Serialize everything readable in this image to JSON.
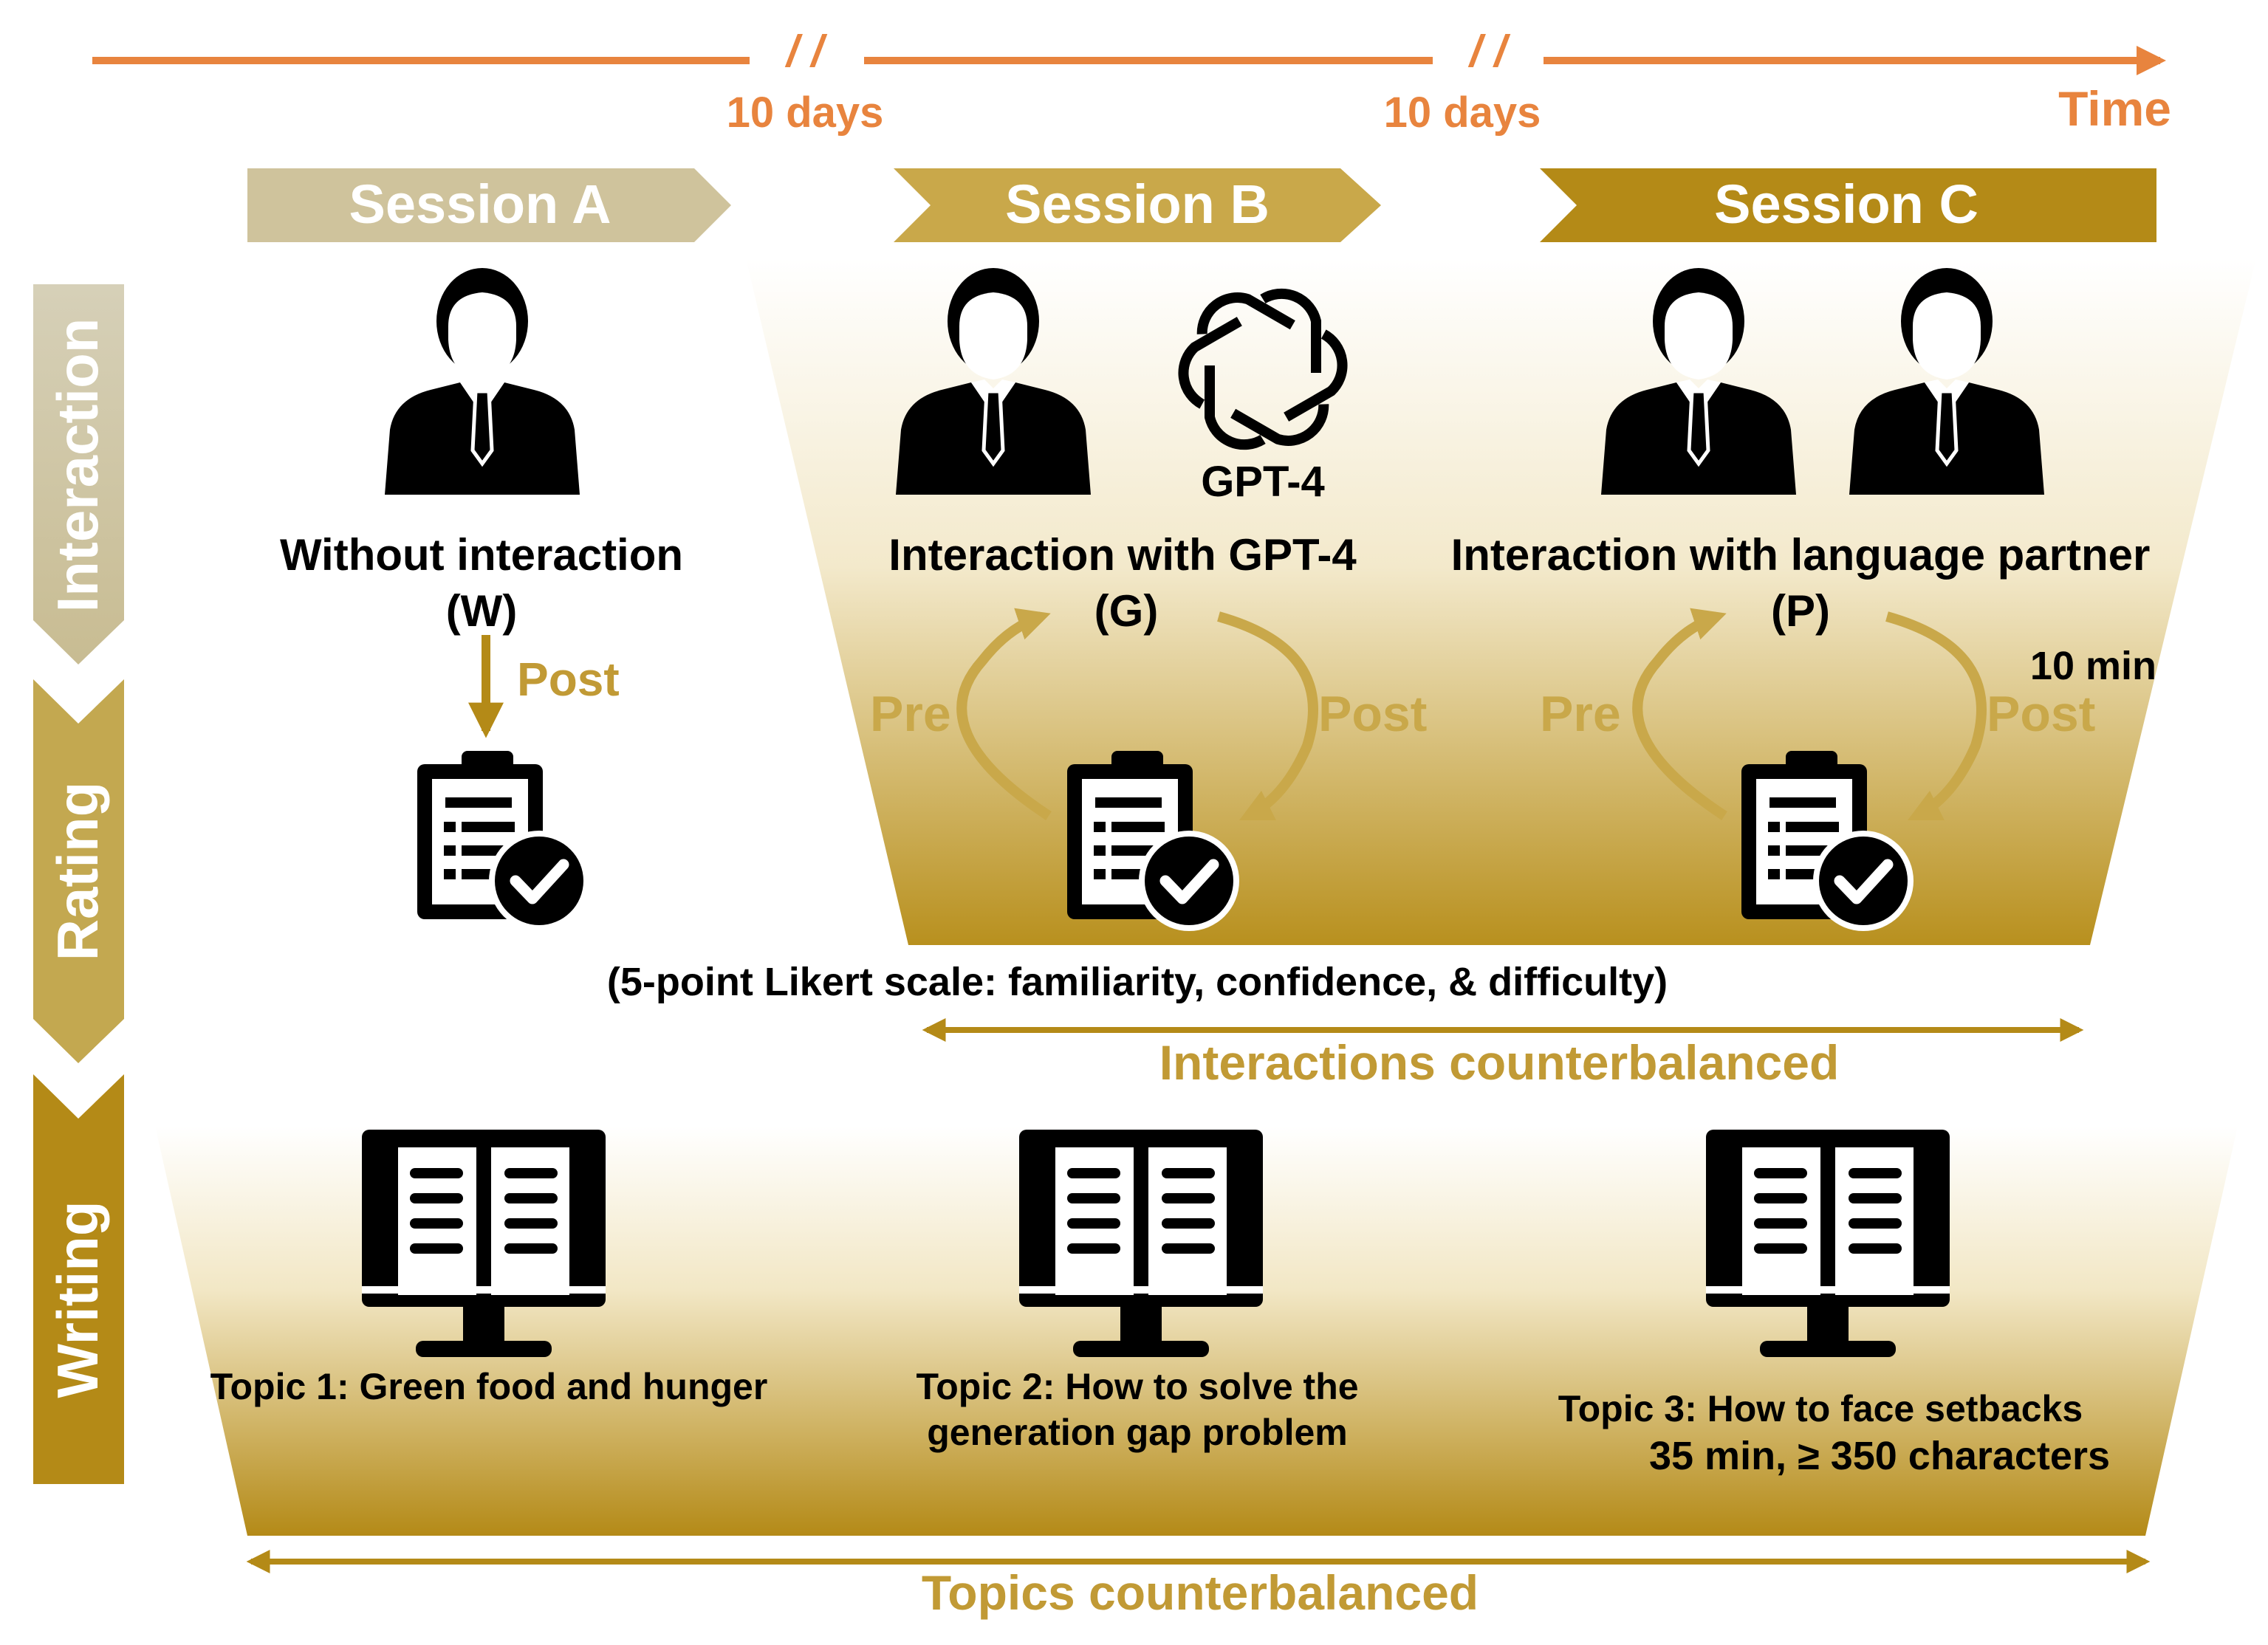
{
  "timeline": {
    "gap1": "10 days",
    "gap2": "10 days",
    "break_mark": "/ /",
    "end_label": "Time",
    "color": "#E8843E"
  },
  "sessions": [
    {
      "label": "Session A",
      "color": "#CFC39C"
    },
    {
      "label": "Session B",
      "color": "#C9A84A"
    },
    {
      "label": "Session C",
      "color": "#B48A17"
    }
  ],
  "phases": {
    "interaction": "Interaction",
    "rating": "Rating",
    "writing": "Writing"
  },
  "interaction": {
    "w_title": "Without interaction",
    "w_code": "(W)",
    "w_post": "Post",
    "gpt_label": "GPT-4",
    "g_title": "Interaction with GPT-4",
    "g_code": "(G)",
    "p_title": "Interaction with language partner",
    "p_code": "(P)",
    "pre": "Pre",
    "post": "Post",
    "p_duration": "10 min"
  },
  "rating": {
    "scale_note": "(5-point Likert scale: familiarity, confidence, & difficulty)",
    "counterbalanced": "Interactions counterbalanced"
  },
  "writing": {
    "topic1": "Topic 1: Green food and hunger",
    "topic2_line1": "Topic 2: How to solve the",
    "topic2_line2": "generation gap problem",
    "topic3": "Topic 3: How to face setbacks",
    "requirement": "35 min, ≥ 350 characters",
    "counterbalanced": "Topics counterbalanced"
  },
  "colors": {
    "gold": "#B48A17",
    "gold_text": "#C19A35",
    "light_gold": "#D9C58A",
    "arrow_gold": "#C9A84A"
  },
  "icons": [
    "person-icon",
    "openai-logo-icon",
    "clipboard-check-icon",
    "monitor-book-icon"
  ]
}
